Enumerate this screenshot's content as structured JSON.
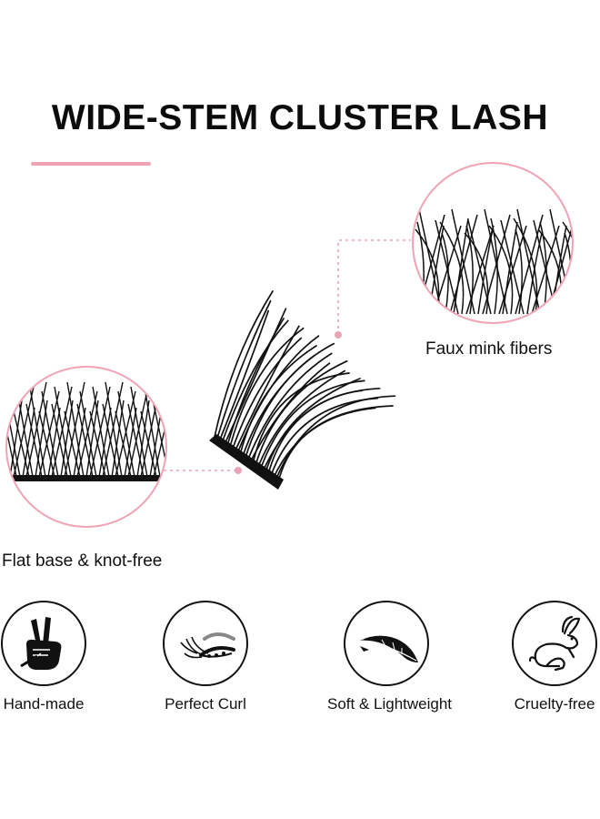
{
  "header": {
    "title": "WIDE-STEM CLUSTER LASH",
    "accent_color": "#f0a3b4"
  },
  "callouts": [
    {
      "label": "Faux mink fibers",
      "icon": "lash-fiber-closeup"
    },
    {
      "label": "Flat base & knot-free",
      "icon": "lash-base-closeup"
    }
  ],
  "features": [
    {
      "label": "Hand-made",
      "icon": "peace-hand-icon"
    },
    {
      "label": "Perfect Curl",
      "icon": "curled-lash-icon"
    },
    {
      "label": "Soft & Lightweight",
      "icon": "feather-icon"
    },
    {
      "label": "Cruelty-free",
      "icon": "rabbit-icon"
    }
  ]
}
